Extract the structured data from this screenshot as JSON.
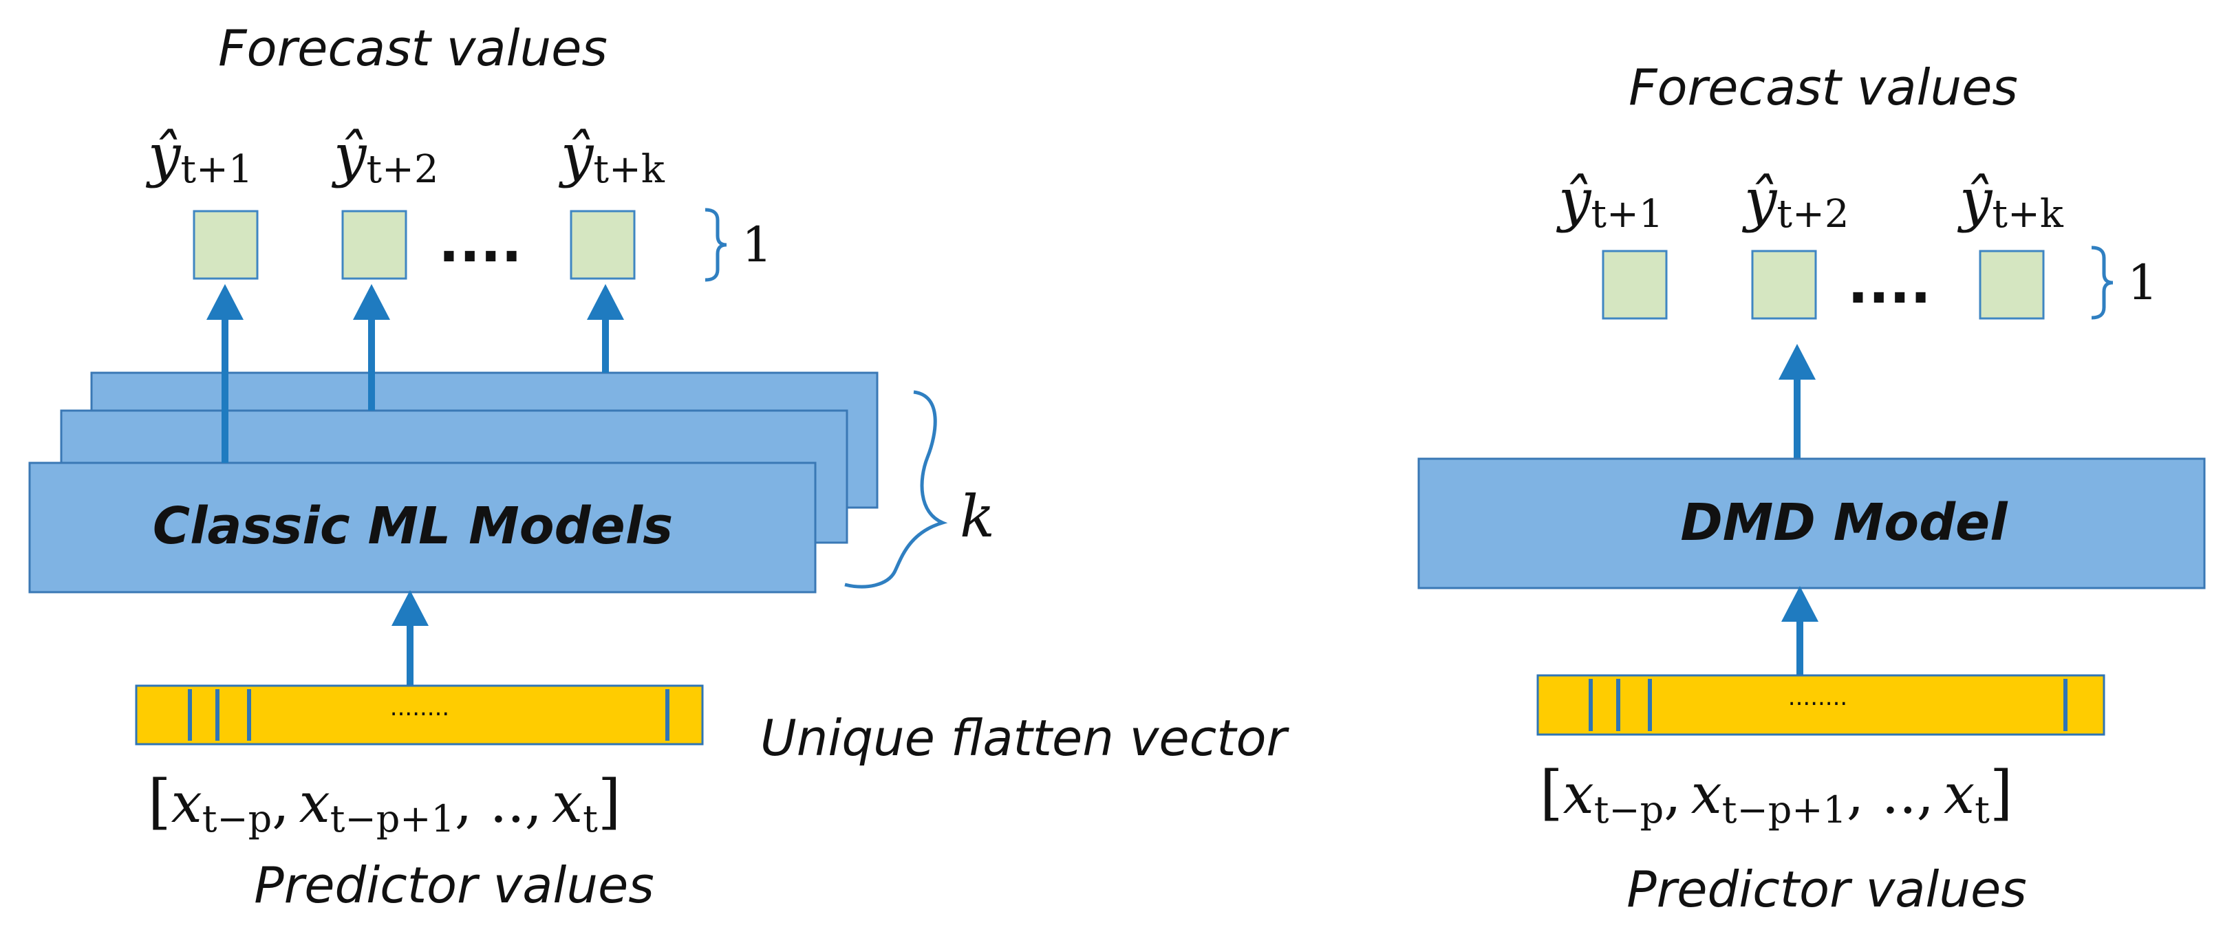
{
  "left_panel": {
    "title": "Forecast values",
    "outputs": [
      {
        "base": "ŷ",
        "sub": "t+1"
      },
      {
        "base": "ŷ",
        "sub": "t+2"
      },
      {
        "base": "ŷ",
        "sub": "t+k"
      }
    ],
    "ellipsis": "....",
    "output_size": "1",
    "model_label": "Classic ML Models",
    "stack_label": "k",
    "vector_dots": "........",
    "vector_label": "Unique flatten vector",
    "input_open": "[",
    "inputs": [
      {
        "base": "x",
        "sub": "t−p",
        "sep": ","
      },
      {
        "base": "x",
        "sub": "t−p+1",
        "sep": ", ..,"
      },
      {
        "base": "x",
        "sub": "t",
        "sep": ""
      }
    ],
    "input_close": "]",
    "input_label": "Predictor values"
  },
  "right_panel": {
    "title": "Forecast values",
    "outputs": [
      {
        "base": "ŷ",
        "sub": "t+1"
      },
      {
        "base": "ŷ",
        "sub": "t+2"
      },
      {
        "base": "ŷ",
        "sub": "t+k"
      }
    ],
    "ellipsis": "....",
    "output_size": "1",
    "model_label": "DMD Model",
    "vector_dots": "........",
    "input_open": "[",
    "inputs": [
      {
        "base": "x",
        "sub": "t−p",
        "sep": ","
      },
      {
        "base": "x",
        "sub": "t−p+1",
        "sep": ", ..,"
      },
      {
        "base": "x",
        "sub": "t",
        "sep": ""
      }
    ],
    "input_close": "]",
    "input_label": "Predictor values"
  },
  "colors": {
    "model_fill": "#7FB3E3",
    "model_stroke": "#3A78B5",
    "output_fill": "#D5E6C1",
    "output_stroke": "#3F86C2",
    "vector_fill": "#FFCC00",
    "vector_stroke": "#2F75B5",
    "arrow": "#1F7BC0",
    "brace": "#2F7FC1",
    "text": "#111111"
  }
}
